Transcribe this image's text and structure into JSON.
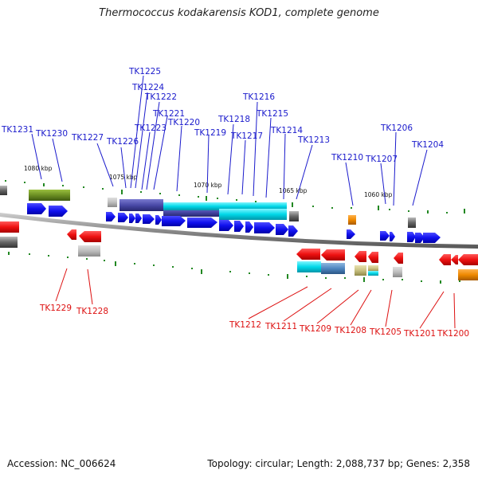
{
  "title": "Thermococcus kodakarensis KOD1, complete genome",
  "accession_text": "Accession: NC_006624",
  "topology_text": "Topology: circular; Length: 2,088,737 bp; Genes: 2,358",
  "scale_labels": [
    "1080 kbp",
    "1075 kbp",
    "1070 kbp",
    "1065 kbp",
    "1060 kbp"
  ],
  "top_gene_labels": [
    "TK1231",
    "TK1230",
    "TK1227",
    "TK1226",
    "TK1225",
    "TK1224",
    "TK1223",
    "TK1222",
    "TK1221",
    "TK1220",
    "TK1219",
    "TK1218",
    "TK1217",
    "TK1216",
    "TK1215",
    "TK1214",
    "TK1213",
    "TK1210",
    "TK1207",
    "TK1206",
    "TK1204"
  ],
  "bottom_gene_labels": [
    "TK1229",
    "TK1228",
    "TK1212",
    "TK1211",
    "TK1209",
    "TK1208",
    "TK1205",
    "TK1201",
    "TK1200"
  ],
  "colors": {
    "forward_gene": "#1010ee",
    "reverse_gene": "#ee1111",
    "top_label": "#1a1acc",
    "bottom_label": "#dd1111",
    "tick": "#228822",
    "backbone": "#888888",
    "operon_purple": "#4a4aa8",
    "operon_cyan": "#00d8e8",
    "operon_olive": "#6b8e23",
    "rna_orange": "#ee8800",
    "gray_feature": "#666666"
  }
}
